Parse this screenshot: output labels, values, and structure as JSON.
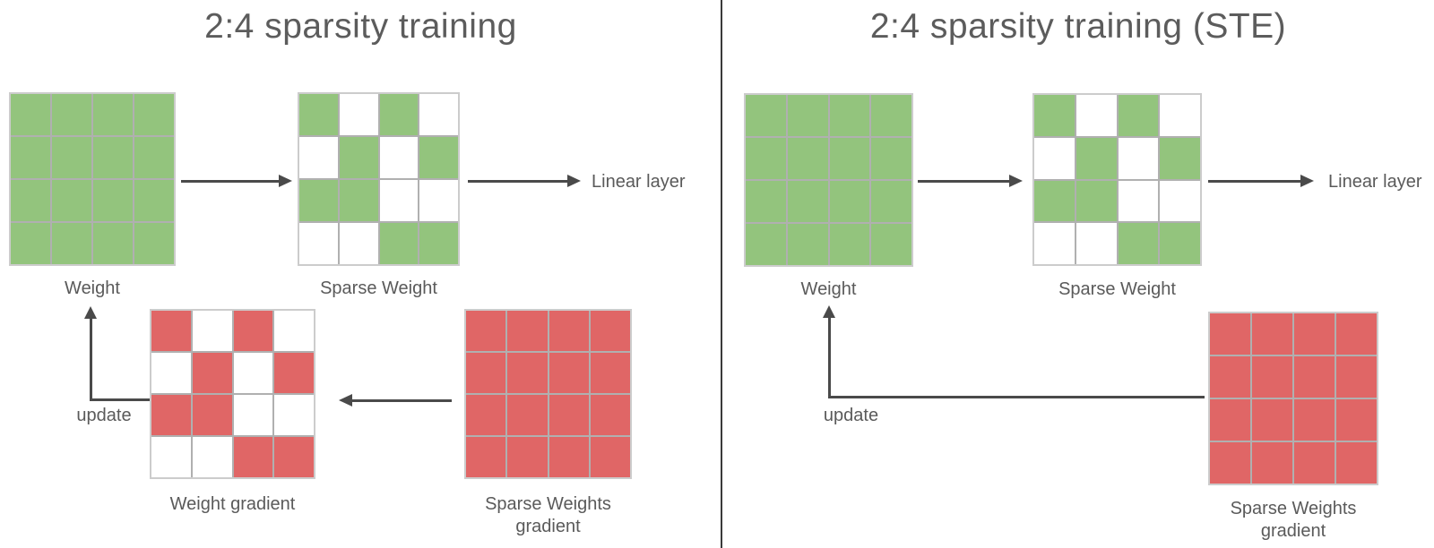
{
  "left_panel": {
    "title": "2:4 sparsity training",
    "labels": {
      "weight": "Weight",
      "sparse_weight": "Sparse Weight",
      "linear_layer": "Linear layer",
      "update": "update",
      "weight_gradient": "Weight gradient",
      "sparse_weights_gradient": "Sparse Weights gradient"
    }
  },
  "right_panel": {
    "title": "2:4 sparsity training (STE)",
    "labels": {
      "weight": "Weight",
      "sparse_weight": "Sparse Weight",
      "linear_layer": "Linear layer",
      "update": "update",
      "sparse_weights_gradient": "Sparse Weights gradient"
    }
  },
  "colors": {
    "weight_green": "#93c47d",
    "gradient_red": "#e06666",
    "grid_line": "#b0b0b0",
    "matrix_border": "#cccccc",
    "arrow": "#4a4a4a",
    "text": "#5a5a5a"
  },
  "matrices": {
    "left_weight": {
      "fill": "#93c47d",
      "pattern": [
        [
          1,
          1,
          1,
          1
        ],
        [
          1,
          1,
          1,
          1
        ],
        [
          1,
          1,
          1,
          1
        ],
        [
          1,
          1,
          1,
          1
        ]
      ]
    },
    "left_sparse_weight": {
      "fill": "#93c47d",
      "pattern": [
        [
          1,
          0,
          1,
          0
        ],
        [
          0,
          1,
          0,
          1
        ],
        [
          1,
          1,
          0,
          0
        ],
        [
          0,
          0,
          1,
          1
        ]
      ]
    },
    "left_weight_gradient": {
      "fill": "#e06666",
      "pattern": [
        [
          1,
          0,
          1,
          0
        ],
        [
          0,
          1,
          0,
          1
        ],
        [
          1,
          1,
          0,
          0
        ],
        [
          0,
          0,
          1,
          1
        ]
      ]
    },
    "left_sparse_weights_gradient": {
      "fill": "#e06666",
      "pattern": [
        [
          1,
          1,
          1,
          1
        ],
        [
          1,
          1,
          1,
          1
        ],
        [
          1,
          1,
          1,
          1
        ],
        [
          1,
          1,
          1,
          1
        ]
      ]
    },
    "right_weight": {
      "fill": "#93c47d",
      "pattern": [
        [
          1,
          1,
          1,
          1
        ],
        [
          1,
          1,
          1,
          1
        ],
        [
          1,
          1,
          1,
          1
        ],
        [
          1,
          1,
          1,
          1
        ]
      ]
    },
    "right_sparse_weight": {
      "fill": "#93c47d",
      "pattern": [
        [
          1,
          0,
          1,
          0
        ],
        [
          0,
          1,
          0,
          1
        ],
        [
          1,
          1,
          0,
          0
        ],
        [
          0,
          0,
          1,
          1
        ]
      ]
    },
    "right_sparse_weights_gradient": {
      "fill": "#e06666",
      "pattern": [
        [
          1,
          1,
          1,
          1
        ],
        [
          1,
          1,
          1,
          1
        ],
        [
          1,
          1,
          1,
          1
        ],
        [
          1,
          1,
          1,
          1
        ]
      ]
    }
  }
}
